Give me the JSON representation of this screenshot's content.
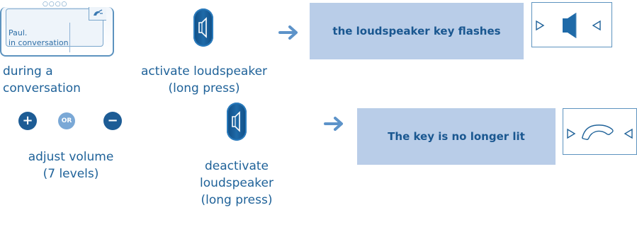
{
  "display": {
    "name": "Paul.",
    "status": "in conversation"
  },
  "row1": {
    "caption_during": "during a conversation",
    "caption_during_line1": "during a",
    "caption_during_line2": "conversation",
    "caption_activate_line1": "activate loudspeaker",
    "caption_activate_line2": "(long press)",
    "result": "the loudspeaker key flashes"
  },
  "row2": {
    "plus_label": "+",
    "or_label": "OR",
    "minus_label": "−",
    "caption_adjust_line1": "adjust volume",
    "caption_adjust_line2": "(7 levels)",
    "caption_deactivate_line1": "deactivate",
    "caption_deactivate_line2": "loudspeaker",
    "caption_deactivate_line3": "(long press)",
    "result": "The key is no longer lit"
  },
  "icons": {
    "speaker_key": "loudspeaker-key-icon",
    "arrow": "right-arrow-icon",
    "handset": "handset-icon",
    "triangle_left": "triangle-right-outline-icon",
    "triangle_right": "triangle-left-outline-icon"
  },
  "colors": {
    "primary": "#1c5a8c",
    "result_box": "#b9cde8",
    "accent_light": "#7aa8d6"
  }
}
